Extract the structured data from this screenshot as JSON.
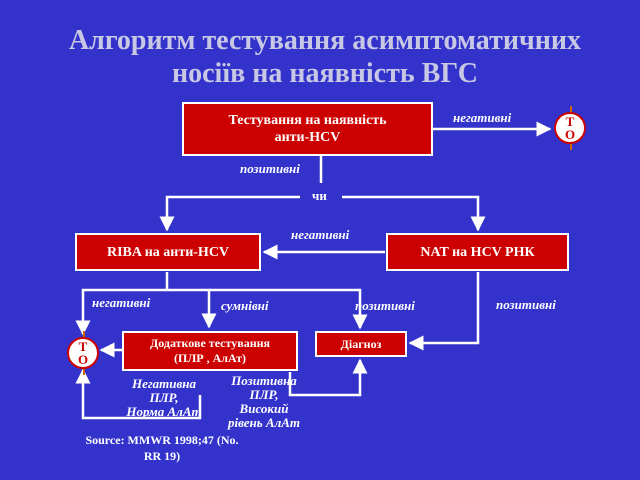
{
  "title": {
    "line1": "Алгоритм тестування асимптоматичних",
    "line2": "носіїв на наявність ВГС"
  },
  "boxes": {
    "testing": {
      "line1": "Тестування на наявність",
      "line2": "анти-HCV"
    },
    "riba": "RIBA на анти-HCV",
    "nat": "NAT на HCV РНК",
    "extra": {
      "line1": "Додаткове тестування",
      "line2": "(ПЛР , АлАт)"
    },
    "diagnosis": "Діагноз"
  },
  "stop": {
    "t": "Т",
    "o": "О"
  },
  "labels": {
    "negative_top": "негативні",
    "positive_top": "позитивні",
    "or": "чи",
    "negative_mid": "негативні",
    "negative_left": "негативні",
    "doubtful": "сумнівні",
    "positive_mid": "позитивні",
    "positive_right": "позитивні",
    "neg_pcr": {
      "line1": "Негативна",
      "line2": "ПЛР,",
      "line3": "Норма АлАт"
    },
    "pos_pcr": {
      "line1": "Позитивна",
      "line2": "ПЛР,",
      "line3": "Високий",
      "line4": "рівень АлАт"
    }
  },
  "source": {
    "line1": "Source: MMWR 1998;47 (No.",
    "line2": "RR 19)"
  },
  "colors": {
    "background": "#3333cc",
    "box": "#cc0000",
    "line": "#ffffff",
    "title": "#c8c8e4"
  }
}
